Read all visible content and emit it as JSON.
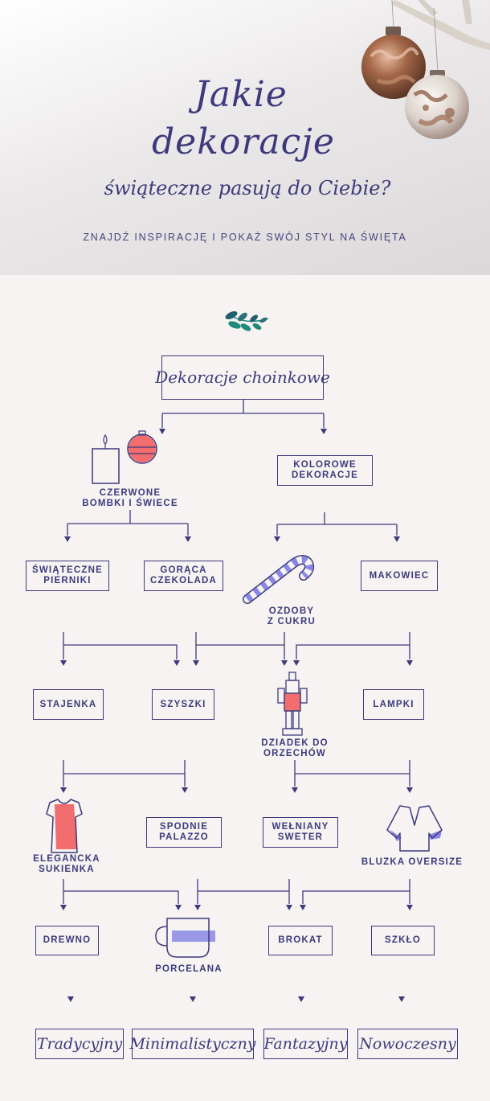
{
  "header": {
    "title_line1": "Jakie",
    "title_line2": "dekoracje",
    "title_line3": "świąteczne pasują do Ciebie?",
    "tagline": "ZNAJDŹ INSPIRACJĘ I POKAŻ  SWÓJ STYL NA ŚWIĘTA"
  },
  "colors": {
    "navy": "#3c3a7d",
    "coral": "#f26d6d",
    "periwinkle": "#8a86e6",
    "teal": "#1f8a7a",
    "background": "#f6f3f2"
  },
  "flowchart": {
    "root": "Dekoracje choinkowe",
    "level1": {
      "red_ornaments": "CZERWONE\nBOMBKI I ŚWIECE",
      "colorful": "KOLOROWE\nDEKORACJE"
    },
    "level2": {
      "gingerbread": "ŚWIĄTECZNE\nPIERNIKI",
      "hot_chocolate": "GORĄCA\nCZEKOLADA",
      "candy_cane": "OZDOBY\nZ CUKRU",
      "poppyseed": "MAKOWIEC"
    },
    "level3": {
      "nativity": "STAJENKA",
      "pinecones": "SZYSZKI",
      "nutcracker": "DZIADEK DO\nORZECHÓW",
      "lights": "LAMPKI"
    },
    "level4": {
      "dress": "ELEGANCKA\nSUKIENKA",
      "palazzo": "SPODNIE\nPALAZZO",
      "sweater": "WEŁNIANY\nSWETER",
      "blouse": "BLUZKA OVERSIZE"
    },
    "level5": {
      "wood": "DREWNO",
      "porcelain": "PORCELANA",
      "glitter": "BROKAT",
      "glass": "SZKŁO"
    },
    "results": {
      "traditional": "Tradycyjny",
      "minimalist": "Minimalistyczny",
      "fantasy": "Fantazyjny",
      "modern": "Nowoczesny"
    }
  },
  "icons": [
    "ornament-balls-photo",
    "branch",
    "leaf-sprig-icon",
    "candle-icon",
    "red-bauble-icon",
    "candy-cane-icon",
    "nutcracker-icon",
    "dress-icon",
    "blouse-icon",
    "teacup-icon"
  ]
}
